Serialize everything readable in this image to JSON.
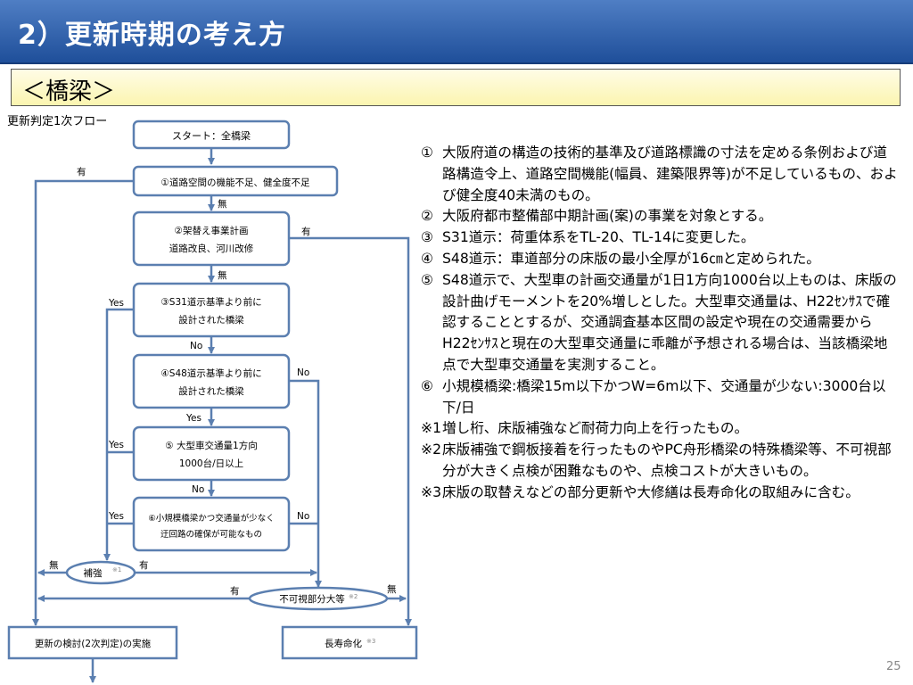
{
  "header": {
    "title": "2）更新時期の考え方"
  },
  "section": {
    "title": "＜橋梁＞"
  },
  "flowchart": {
    "caption": "更新判定1次フロー",
    "nodes": {
      "start": "スタート：全橋梁",
      "q1": "①道路空間の機能不足、健全度不足",
      "q2_line1": "②架替え事業計画",
      "q2_line2": "道路改良、河川改修",
      "q3_line1": "③S31道示基準より前に",
      "q3_line2": "設計された橋梁",
      "q4_line1": "④S48道示基準より前に",
      "q4_line2": "設計された橋梁",
      "q5_line1": "⑤ 大型車交通量1方向",
      "q5_line2": "1000台/日以上",
      "q6_line1": "⑥小規模橋梁かつ交通量が少なく",
      "q6_line2": "迂回路の確保が可能なもの",
      "reinforce": "補強",
      "reinforce_note": "※1",
      "invisible": "不可視部分大等",
      "invisible_note": "※2",
      "renewal": "更新の検討(2次判定)の実施",
      "longevity": "長寿命化",
      "longevity_note": "※3"
    },
    "labels": {
      "q1_yes": "有",
      "q1_no": "無",
      "q2_yes": "有",
      "q2_no": "無",
      "q3_yes": "Yes",
      "q3_no": "No",
      "q4_no": "No",
      "q4_yes": "Yes",
      "q5_yes": "Yes",
      "q5_no": "No",
      "q6_yes": "Yes",
      "q6_no": "No",
      "reinforce_no": "無",
      "reinforce_yes": "有",
      "invisible_yes": "有",
      "invisible_no": "無"
    }
  },
  "notes": [
    {
      "marker": "①",
      "text": "大阪府道の構造の技術的基準及び道路標識の寸法を定める条例および道路構造令上、道路空間機能(幅員、建築限界等)が不足しているもの、および健全度40未満のもの。"
    },
    {
      "marker": "②",
      "text": "大阪府都市整備部中期計画(案)の事業を対象とする。"
    },
    {
      "marker": "③",
      "text": "S31道示：荷重体系をTL-20、TL-14に変更した。"
    },
    {
      "marker": "④",
      "text": "S48道示：車道部分の床版の最小全厚が16㎝と定められた。"
    },
    {
      "marker": "⑤",
      "text": "S48道示で、大型車の計画交通量が1日1方向1000台以上ものは、床版の設計曲げモーメントを20%増しとした。大型車交通量は、H22ｾﾝｻｽで確認することとするが、交通調査基本区間の設定や現在の交通需要からH22ｾﾝｻｽと現在の大型車交通量に乖離が予想される場合は、当該橋梁地点で大型車交通量を実測すること。"
    },
    {
      "marker": "⑥",
      "text": "小規模橋梁:橋梁15m以下かつW=6m以下、交通量が少ない:3000台以下/日"
    },
    {
      "marker": "※1",
      "text": "増し桁、床版補強など耐荷力向上を行ったもの。"
    },
    {
      "marker": "※2",
      "text": "床版補強で鋼板接着を行ったものやPC舟形橋梁の特殊橋梁等、不可視部分が大きく点検が困難なものや、点検コストが大きいもの。"
    },
    {
      "marker": "※3",
      "text": "床版の取替えなどの部分更新や大修繕は長寿命化の取組みに含む。"
    }
  ],
  "page": {
    "number": "25"
  },
  "colors": {
    "header": "#2f5fae",
    "line": "#5b7fb0",
    "section_bg": "#fbf5b0"
  }
}
